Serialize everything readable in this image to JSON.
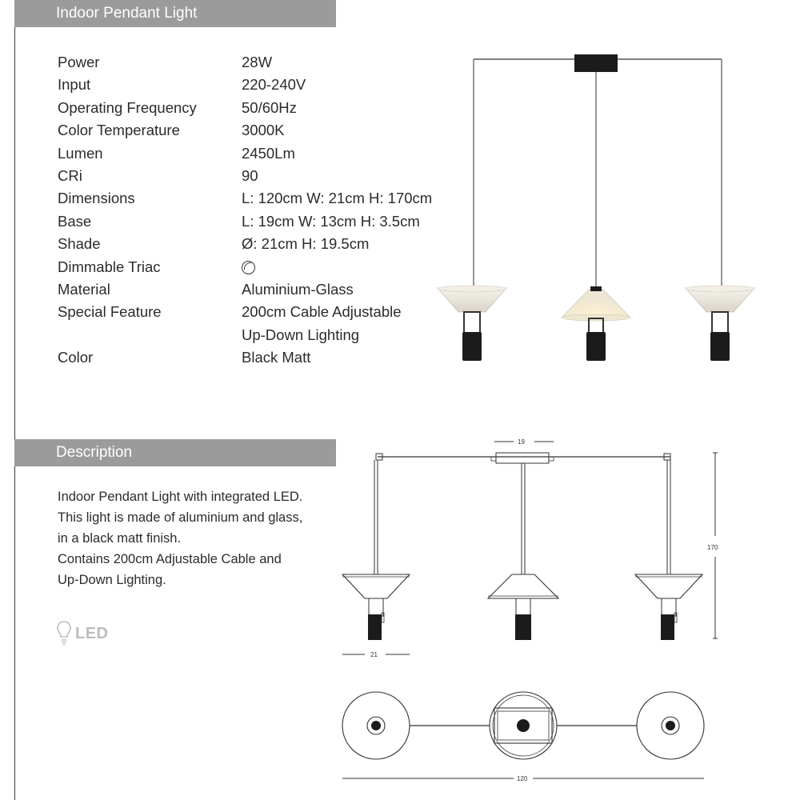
{
  "header": {
    "title": "Indoor Pendant Light"
  },
  "specs": [
    {
      "label": "Power",
      "value": "28W"
    },
    {
      "label": "Input",
      "value": "220-240V"
    },
    {
      "label": "Operating Frequency",
      "value": "50/60Hz"
    },
    {
      "label": "Color Temperature",
      "value": "3000K"
    },
    {
      "label": "Lumen",
      "value": "2450Lm"
    },
    {
      "label": "CRi",
      "value": "90"
    },
    {
      "label": "Dimensions",
      "value": "L: 120cm  W: 21cm  H: 170cm"
    },
    {
      "label": "Base",
      "value": "L: 19cm  W: 13cm  H: 3.5cm"
    },
    {
      "label": "Shade",
      "value": "Ø: 21cm  H: 19.5cm"
    },
    {
      "label": "Dimmable Triac",
      "value": ""
    },
    {
      "label": "Material",
      "value": "Aluminium-Glass"
    },
    {
      "label": "Special Feature",
      "value": "200cm Cable Adjustable"
    },
    {
      "label": "",
      "value": "Up-Down Lighting"
    },
    {
      "label": "Color",
      "value": "Black Matt"
    }
  ],
  "description": {
    "header": "Description",
    "lines": [
      "Indoor Pendant Light with integrated LED.",
      "This light is made of aluminium and glass,",
      "in a black matt finish.",
      "Contains 200cm Adjustable Cable and",
      "Up-Down Lighting."
    ]
  },
  "badge": {
    "label": "LED"
  },
  "drawing": {
    "base_width": "19",
    "height": "170",
    "shade_width": "21",
    "length": "120"
  },
  "colors": {
    "header_bg": "#9b9b9b",
    "header_text": "#ffffff",
    "lamp_black": "#1b1b1b",
    "shade_glass": "#efe9dc"
  }
}
